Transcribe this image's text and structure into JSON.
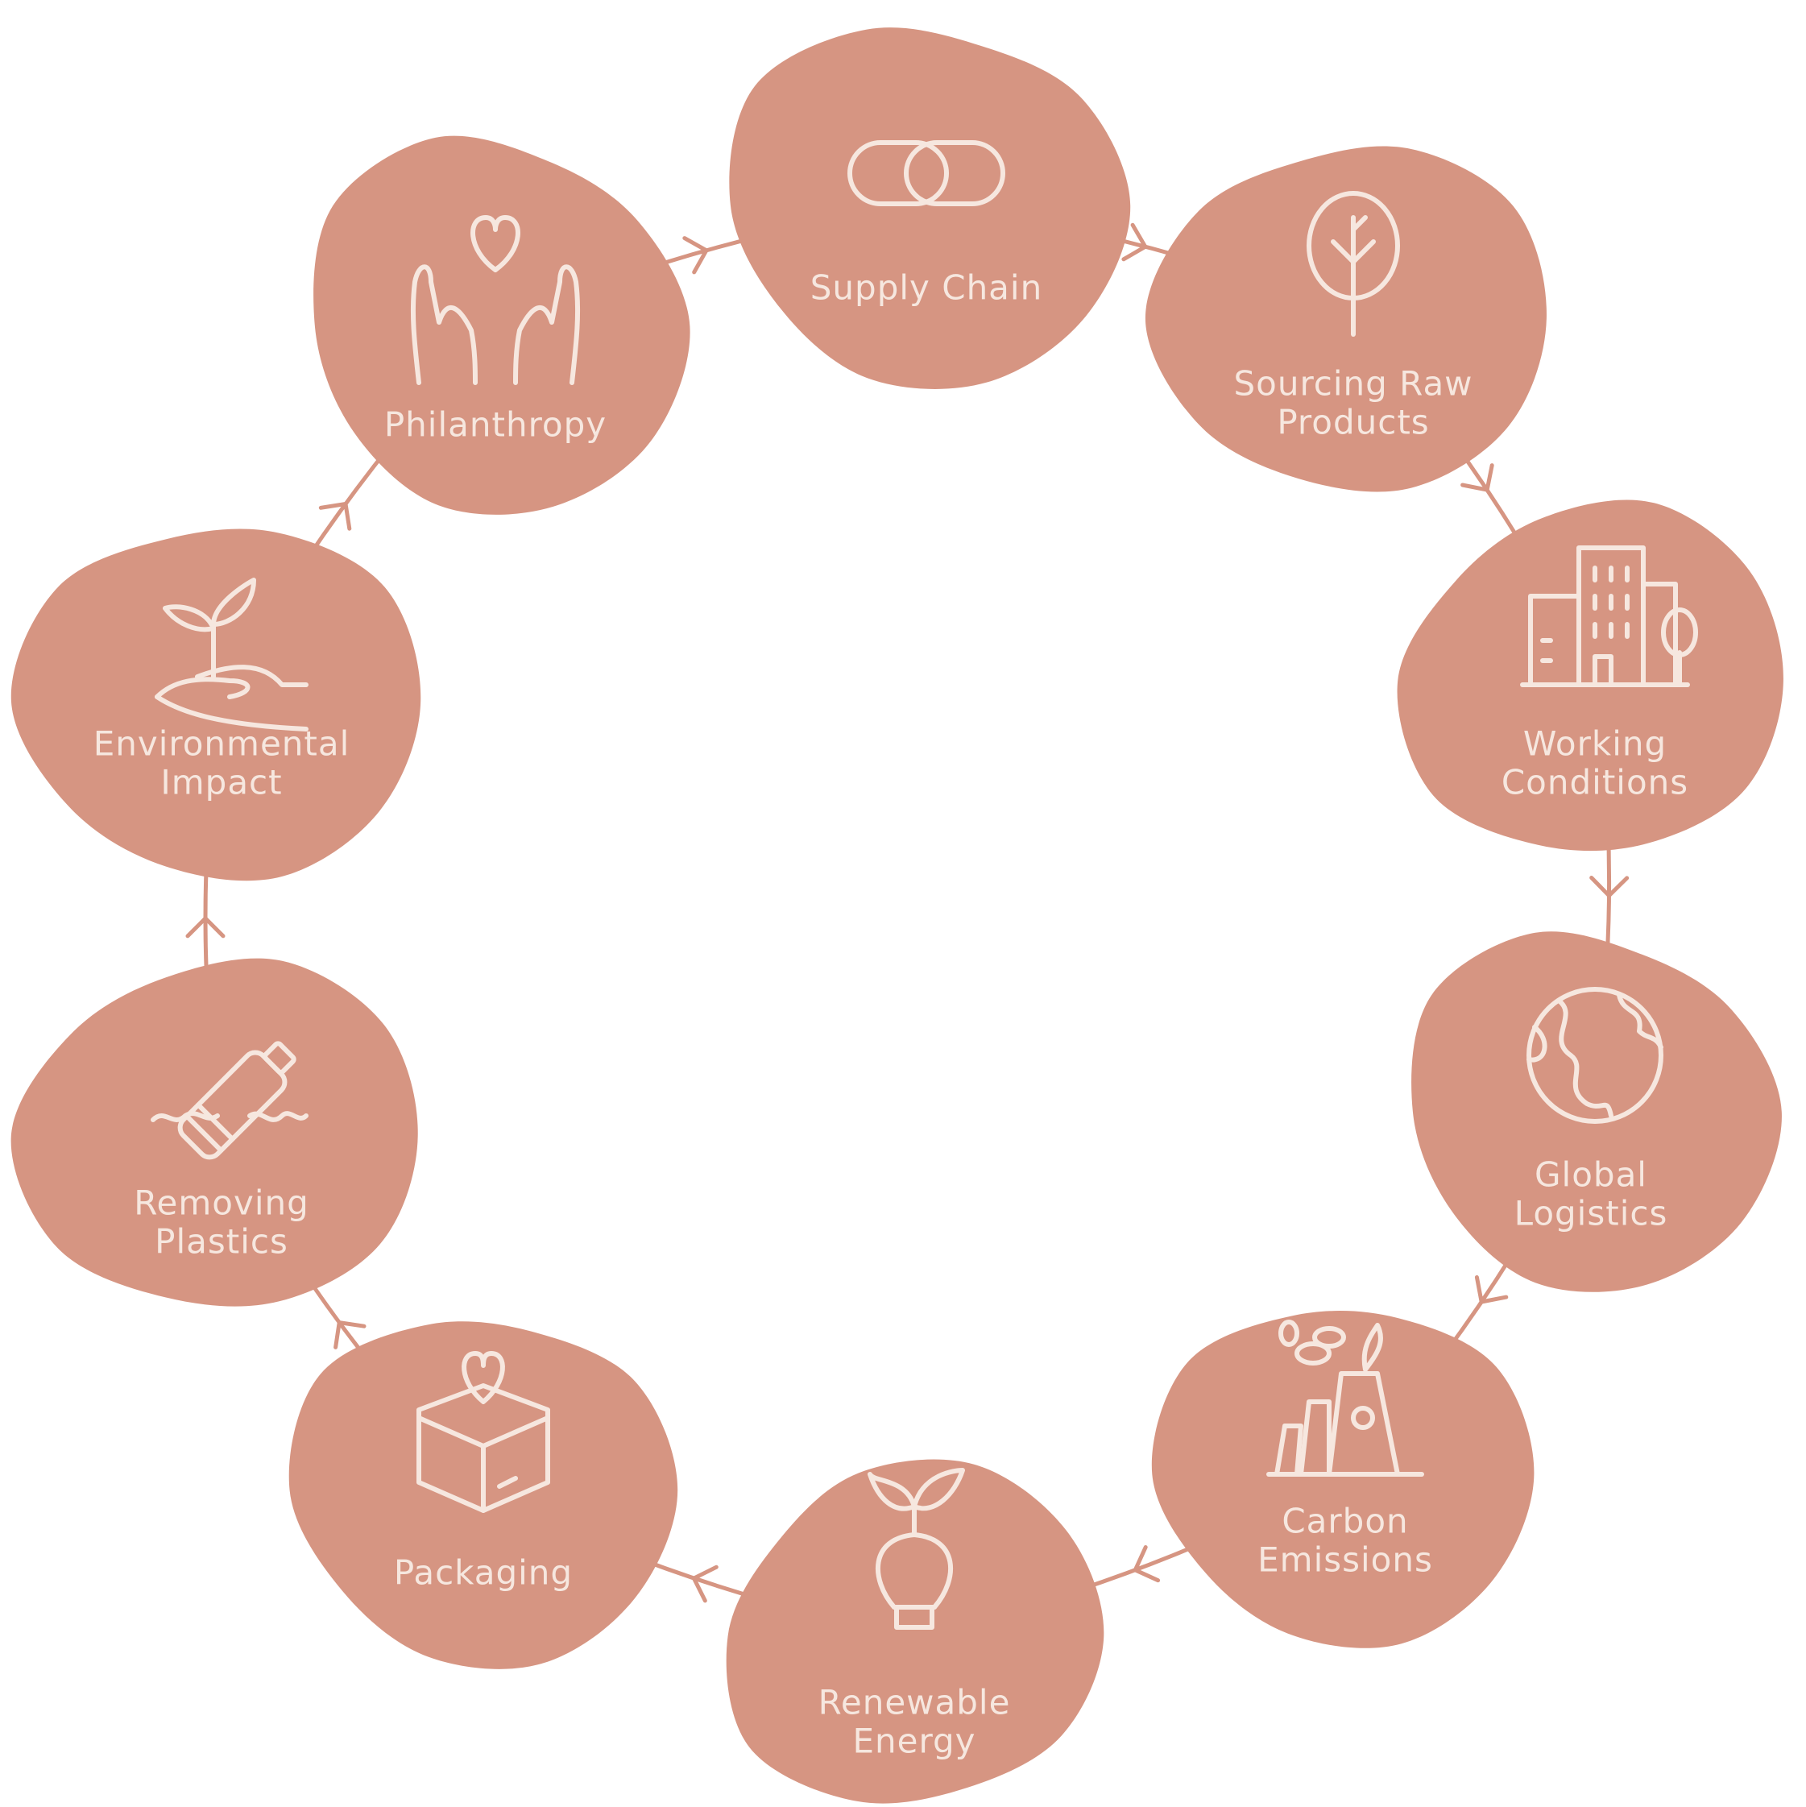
{
  "colors": {
    "blob": "#d69582",
    "text": "#f6e7df",
    "connector": "#d69582",
    "background": "#ffffff"
  },
  "nodes": [
    {
      "id": "supply-chain",
      "lines": [
        "Supply Chain"
      ],
      "icon": "chain-link-icon"
    },
    {
      "id": "sourcing-raw-products",
      "lines": [
        "Sourcing Raw",
        "Products"
      ],
      "icon": "tree-icon"
    },
    {
      "id": "working-conditions",
      "lines": [
        "Working",
        "Conditions"
      ],
      "icon": "buildings-icon"
    },
    {
      "id": "global-logistics",
      "lines": [
        "Global",
        "Logistics"
      ],
      "icon": "globe-icon"
    },
    {
      "id": "carbon-emissions",
      "lines": [
        "Carbon",
        "Emissions"
      ],
      "icon": "factory-icon"
    },
    {
      "id": "renewable-energy",
      "lines": [
        "Renewable",
        "Energy"
      ],
      "icon": "lightbulb-leaf-icon"
    },
    {
      "id": "packaging",
      "lines": [
        "Packaging"
      ],
      "icon": "box-heart-icon"
    },
    {
      "id": "removing-plastics",
      "lines": [
        "Removing",
        "Plastics"
      ],
      "icon": "plastic-bottle-icon"
    },
    {
      "id": "environmental-impact",
      "lines": [
        "Environmental",
        "Impact"
      ],
      "icon": "hand-plant-icon"
    },
    {
      "id": "philanthropy",
      "lines": [
        "Philanthropy"
      ],
      "icon": "hands-heart-icon"
    }
  ],
  "flow": "clockwise"
}
